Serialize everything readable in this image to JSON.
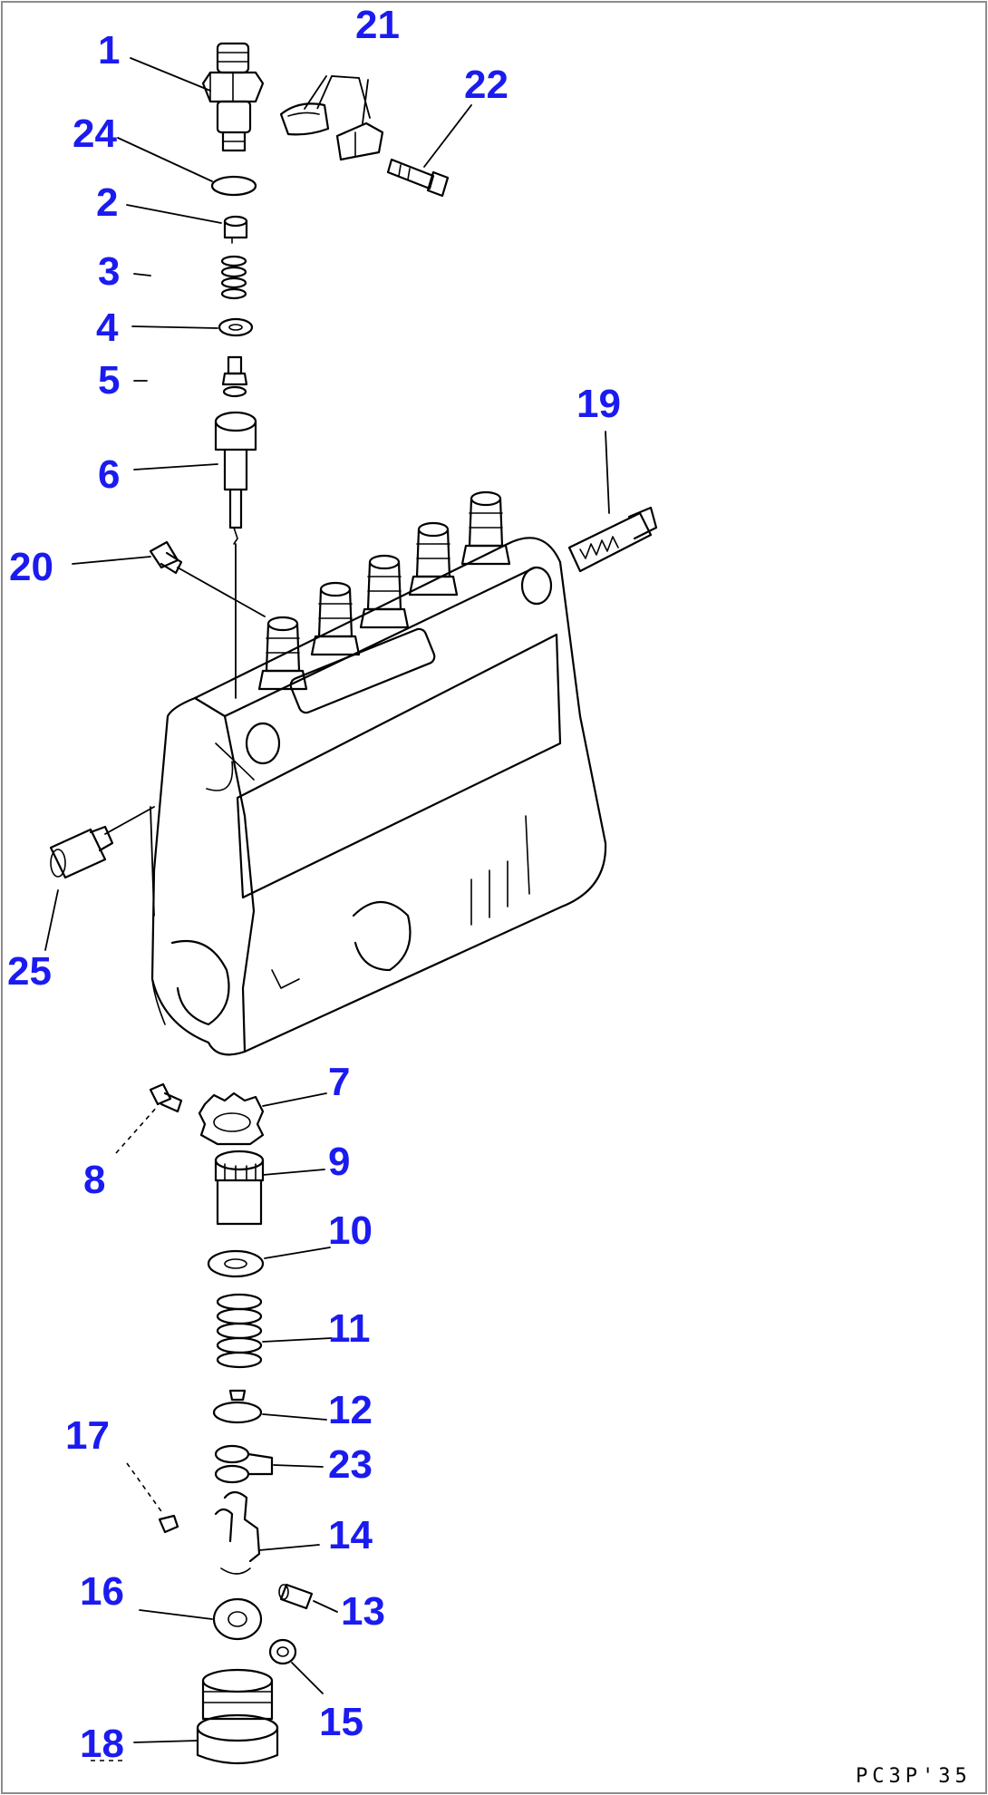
{
  "diagram": {
    "drawing_code": "PC3P'35",
    "callouts": {
      "c1": "1",
      "c2": "2",
      "c3": "3",
      "c4": "4",
      "c5": "5",
      "c6": "6",
      "c7": "7",
      "c8": "8",
      "c9": "9",
      "c10": "10",
      "c11": "11",
      "c12": "12",
      "c13": "13",
      "c14": "14",
      "c15": "15",
      "c16": "16",
      "c17": "17",
      "c18": "18",
      "c19": "19",
      "c20": "20",
      "c21": "21",
      "c22": "22",
      "c23": "23",
      "c24": "24",
      "c25": "25"
    },
    "label_color": "#1b1bf0"
  }
}
